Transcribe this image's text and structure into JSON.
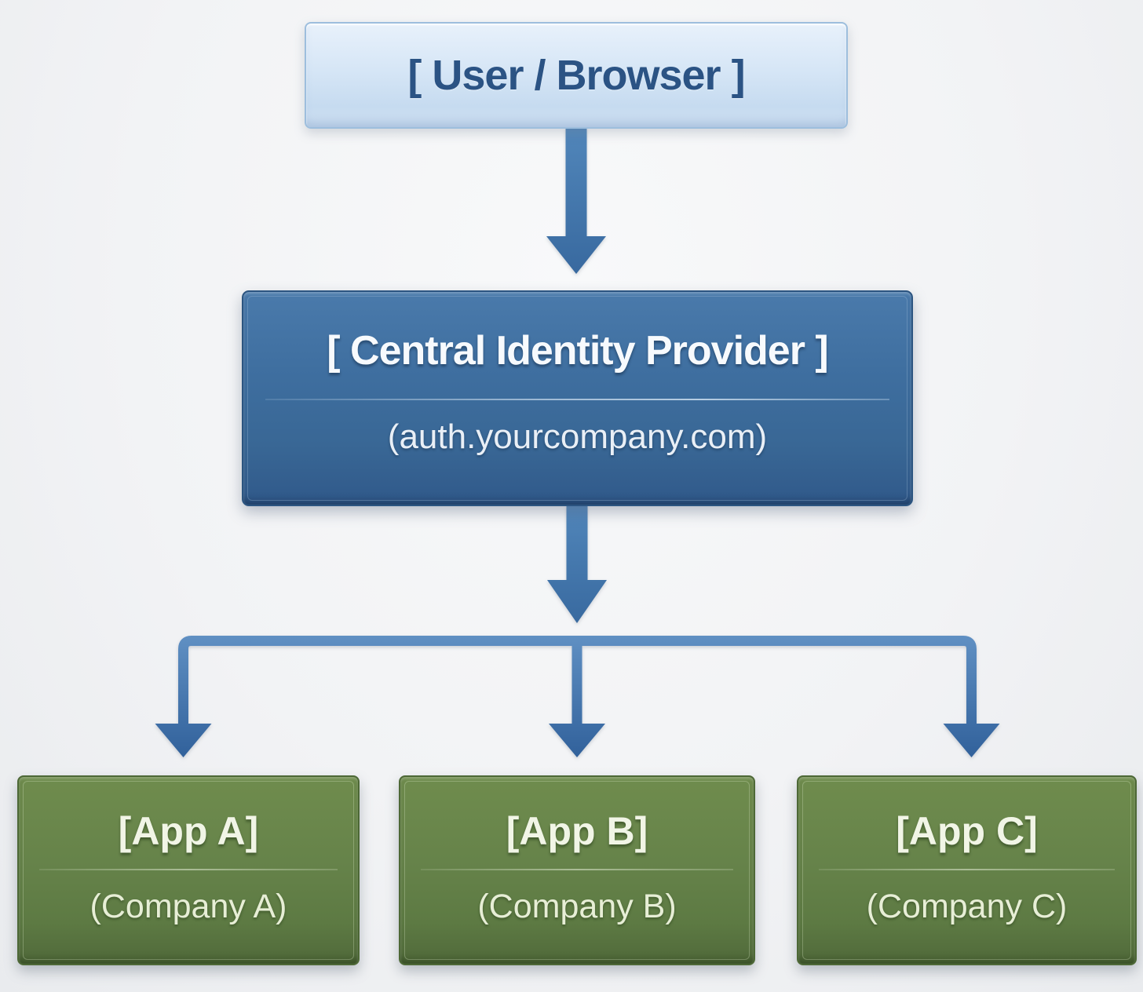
{
  "colors": {
    "canvas_bg": "#f2f3f5",
    "user_box_fill_top": "#e8f1fb",
    "user_box_fill_bottom": "#c6dbf0",
    "user_box_border": "#9dbedd",
    "user_box_text": "#2b5384",
    "idp_box_fill_top": "#4a7aab",
    "idp_box_fill_bottom": "#30598a",
    "idp_box_border": "#2b5480",
    "idp_box_text": "#f7fafd",
    "app_box_fill_top": "#6f8c4d",
    "app_box_fill_bottom": "#50693a",
    "app_box_border": "#4d6836",
    "app_box_text": "#f1f5e6",
    "arrow_light": "#5f90c3",
    "arrow_dark": "#2f5e97"
  },
  "nodes": {
    "user_browser": {
      "label": "[ User / Browser ]"
    },
    "identity_provider": {
      "title": "[ Central Identity Provider ]",
      "subtitle": "(auth.yourcompany.com)"
    },
    "apps": [
      {
        "title": "[App A]",
        "subtitle": "(Company A)"
      },
      {
        "title": "[App B]",
        "subtitle": "(Company B)"
      },
      {
        "title": "[App C]",
        "subtitle": "(Company C)"
      }
    ]
  }
}
